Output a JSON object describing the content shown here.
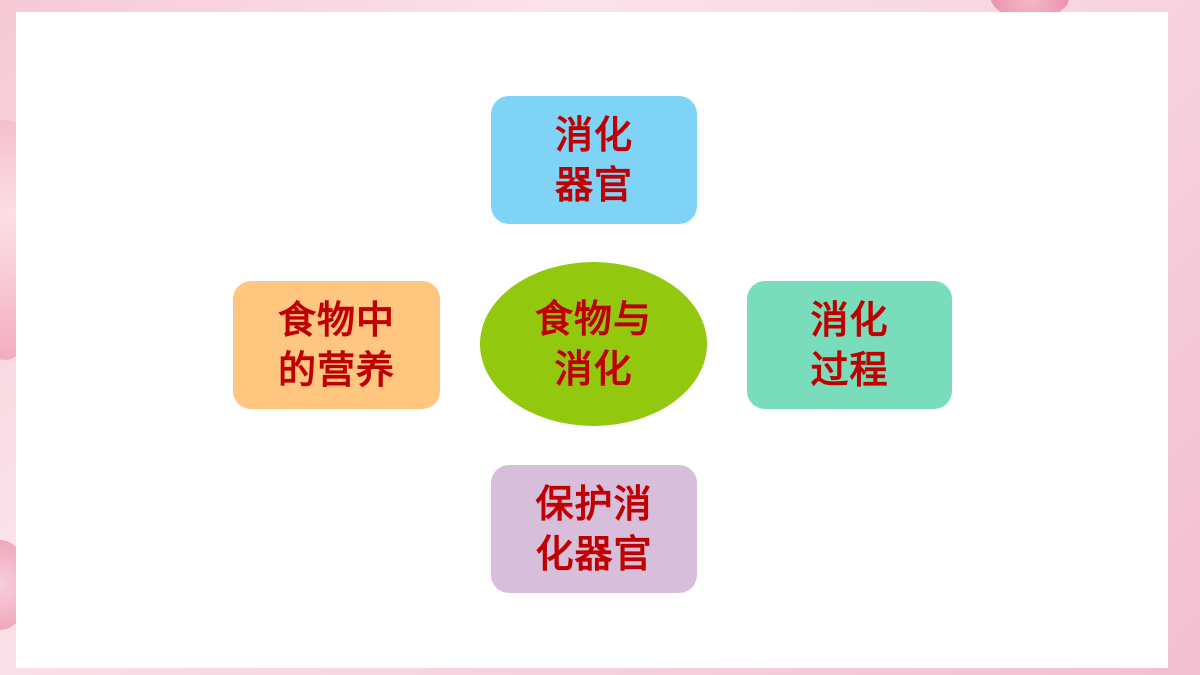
{
  "diagram": {
    "center": {
      "line1": "食物与",
      "line2": "消化"
    },
    "top": {
      "line1": "消化",
      "line2": "器官"
    },
    "left": {
      "line1": "食物中",
      "line2": "的营养"
    },
    "right": {
      "line1": "消化",
      "line2": "过程"
    },
    "bottom": {
      "line1": "保护消",
      "line2": "化器官"
    }
  },
  "colors": {
    "text": "#c00000",
    "center": "#92c90f",
    "top": "#7fd3f7",
    "left": "#fec67f",
    "right": "#79dcbb",
    "bottom": "#d7bfdc"
  }
}
